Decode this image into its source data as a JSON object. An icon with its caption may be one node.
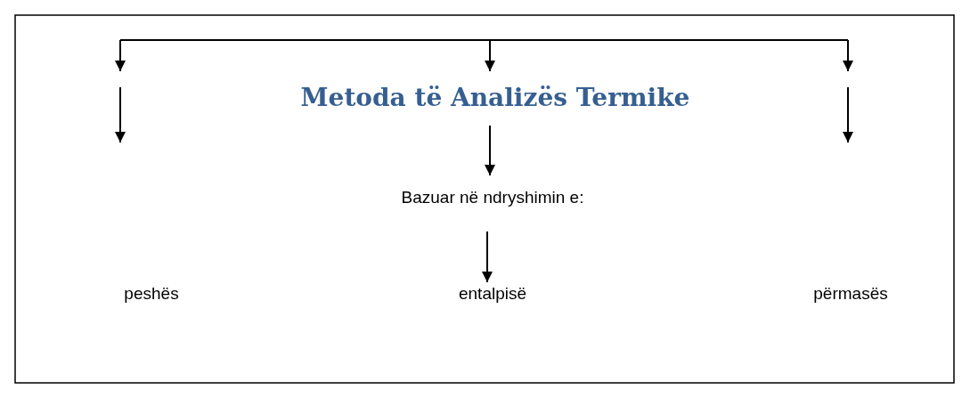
{
  "diagram": {
    "nodes": [
      {
        "text": [
          "Metoda të Analizës Termike"
        ]
      },
      {
        "text": [
          "Bazuar në ndryshimin e:"
        ]
      },
      {
        "text": [
          "peshës"
        ]
      },
      {
        "text": [
          "entalpisë"
        ]
      },
      {
        "text": [
          "përmasës"
        ]
      }
    ],
    "edges": [
      {
        "from": null,
        "to": 0,
        "arrow": "to"
      },
      {
        "from": 0,
        "to": 1,
        "arrow": "to"
      },
      {
        "from": 1,
        "to": 3,
        "arrow": "to"
      }
    ]
  }
}
